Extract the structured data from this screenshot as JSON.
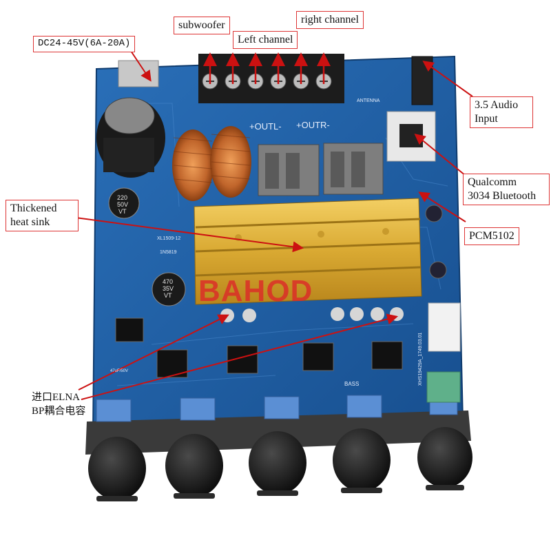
{
  "callouts": {
    "power": "DC24-45V(6A-20A)",
    "subwoofer": "subwoofer",
    "right_channel": "right channel",
    "left_channel": "Left channel",
    "audio_input_line1": "3.5 Audio",
    "audio_input_line2": "Input",
    "bluetooth_line1": "Qualcomm",
    "bluetooth_line2": "3034 Bluetooth",
    "dac": "PCM5102",
    "heatsink_line1": "Thickened",
    "heatsink_line2": "heat sink",
    "capacitor_line1": "进口ELNA",
    "capacitor_line2": "BP耦合电容"
  },
  "board_text": {
    "watermark": "BAHOD",
    "outl": "+OUTL-",
    "outr": "+OUTR-",
    "antenna": "ANTENNA",
    "regulator": "XL1509-12",
    "diode": "1N5819",
    "cap_220_a": "220",
    "cap_220_b": "50V",
    "cap_220_c": "VT",
    "cap_470_a": "470",
    "cap_470_b": "35V",
    "cap_470_c": "VT",
    "cap_small": "47uF/50V",
    "model": "XHS19429A_1749.03.01",
    "bass": "BASS"
  },
  "colors": {
    "board": "#1d5fa8",
    "heatsink": "#e0b43c",
    "callout_border": "#dd3333",
    "arrow": "#cc1111",
    "knob": "#151515"
  }
}
